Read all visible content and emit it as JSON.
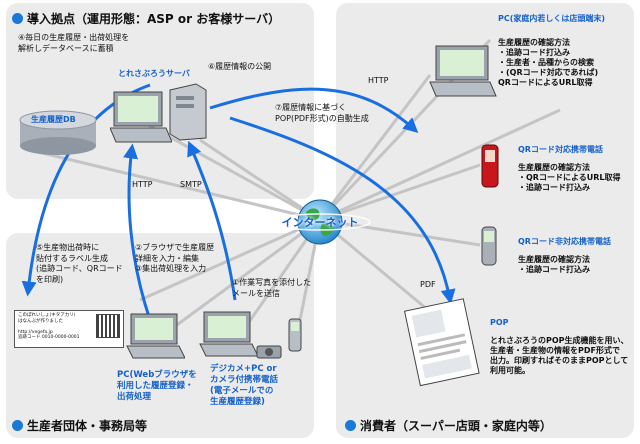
{
  "sections": {
    "base": {
      "title": "導入拠点（運用形態：ASP or お客様サーバ）"
    },
    "producer": {
      "title": "生産者団体・事務局等"
    },
    "consumer": {
      "title": "消費者（スーパー店頭・家庭内等）"
    }
  },
  "base": {
    "step4": "④毎日の生産履歴・出荷処理を\n解析しデータベースに蓄積",
    "server_label": "とれさぶろうサーバ",
    "step6": "⑥履歴情報の公開",
    "db_label": "生産履歴DB",
    "http": "HTTP",
    "smtp": "SMTP",
    "step7": "⑦履歴情報に基づく\nPOP(PDF形式)の自動生成"
  },
  "producer": {
    "step5": "⑤生産物出荷時に\n貼付するラベル生成\n(追跡コード、QRコード\nを印刷)",
    "step2": "②ブラウザで生産履歴\n詳細を入力・編集",
    "step3": "③集出荷処理を入力",
    "step1": "①作業写真を添付した\nメールを送信",
    "label_text": "このぽれいしょ(キタアカリ)\nはなんぶが作りました\n\nhttp://vegefa.jp\n追跡コード 0010-0000-0001",
    "pc_caption": "PC(Webブラウザを\n利用した履歴登録・\n出荷処理",
    "camera_caption": "デジカメ+PC or\nカメラ付携帯電話\n(電子メールでの\n生産履歴登録)"
  },
  "internet": {
    "label": "インターネット"
  },
  "consumer": {
    "http": "HTTP",
    "pdf": "PDF",
    "pc_title": "PC(家庭内若しくは店頭端末)",
    "pc_desc": "生産履歴の確認方法\n・追跡コード打込み\n・生産者・品種からの検索\n・(QRコード対応であれば)\nQRコードによるURL取得",
    "qr_title": "QRコード対応携帯電話",
    "qr_desc": "生産履歴の確認方法\n・QRコードによるURL取得\n・追跡コード打込み",
    "nonqr_title": "QRコード非対応携帯電話",
    "nonqr_desc": "生産履歴の確認方法\n・追跡コード打込み",
    "pop_title": "POP",
    "pop_desc": "とれさぶろうのPOP生成機能を用い、\n生産者・生産物の情報をPDF形式で\n出力。印刷すればそのままPOPとして\n利用可能。"
  },
  "colors": {
    "arrow": "#1a6fe0",
    "panel": "#ebebeb",
    "title_blue": "#1560c9"
  }
}
